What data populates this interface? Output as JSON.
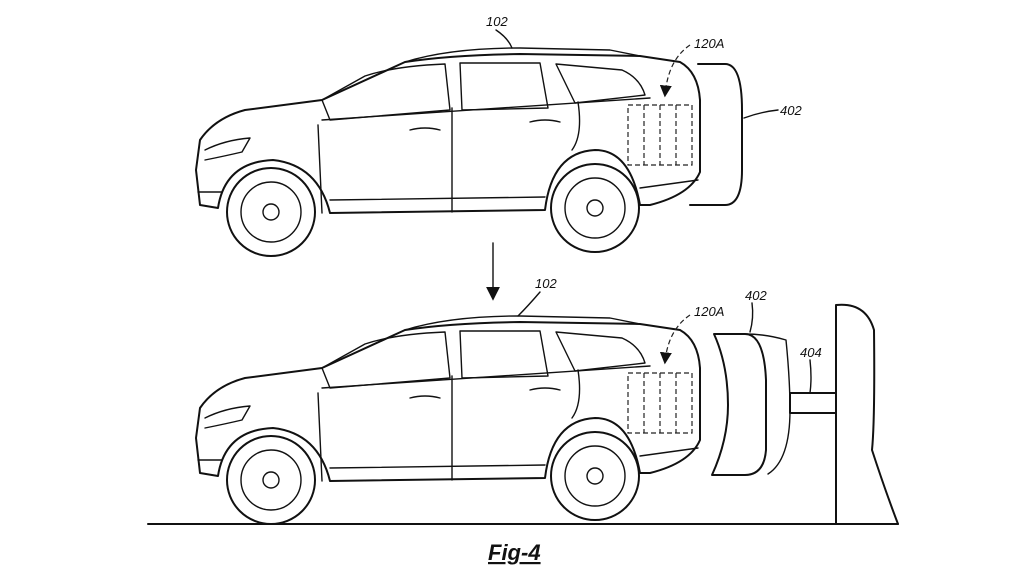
{
  "figure": {
    "caption": "Fig-4",
    "top_view": {
      "vehicle_ref": "102",
      "battery_ref": "120A",
      "pack_ref": "402"
    },
    "bottom_view": {
      "vehicle_ref": "102",
      "battery_ref": "120A",
      "pack_ref": "402",
      "support_ref": "404"
    }
  }
}
